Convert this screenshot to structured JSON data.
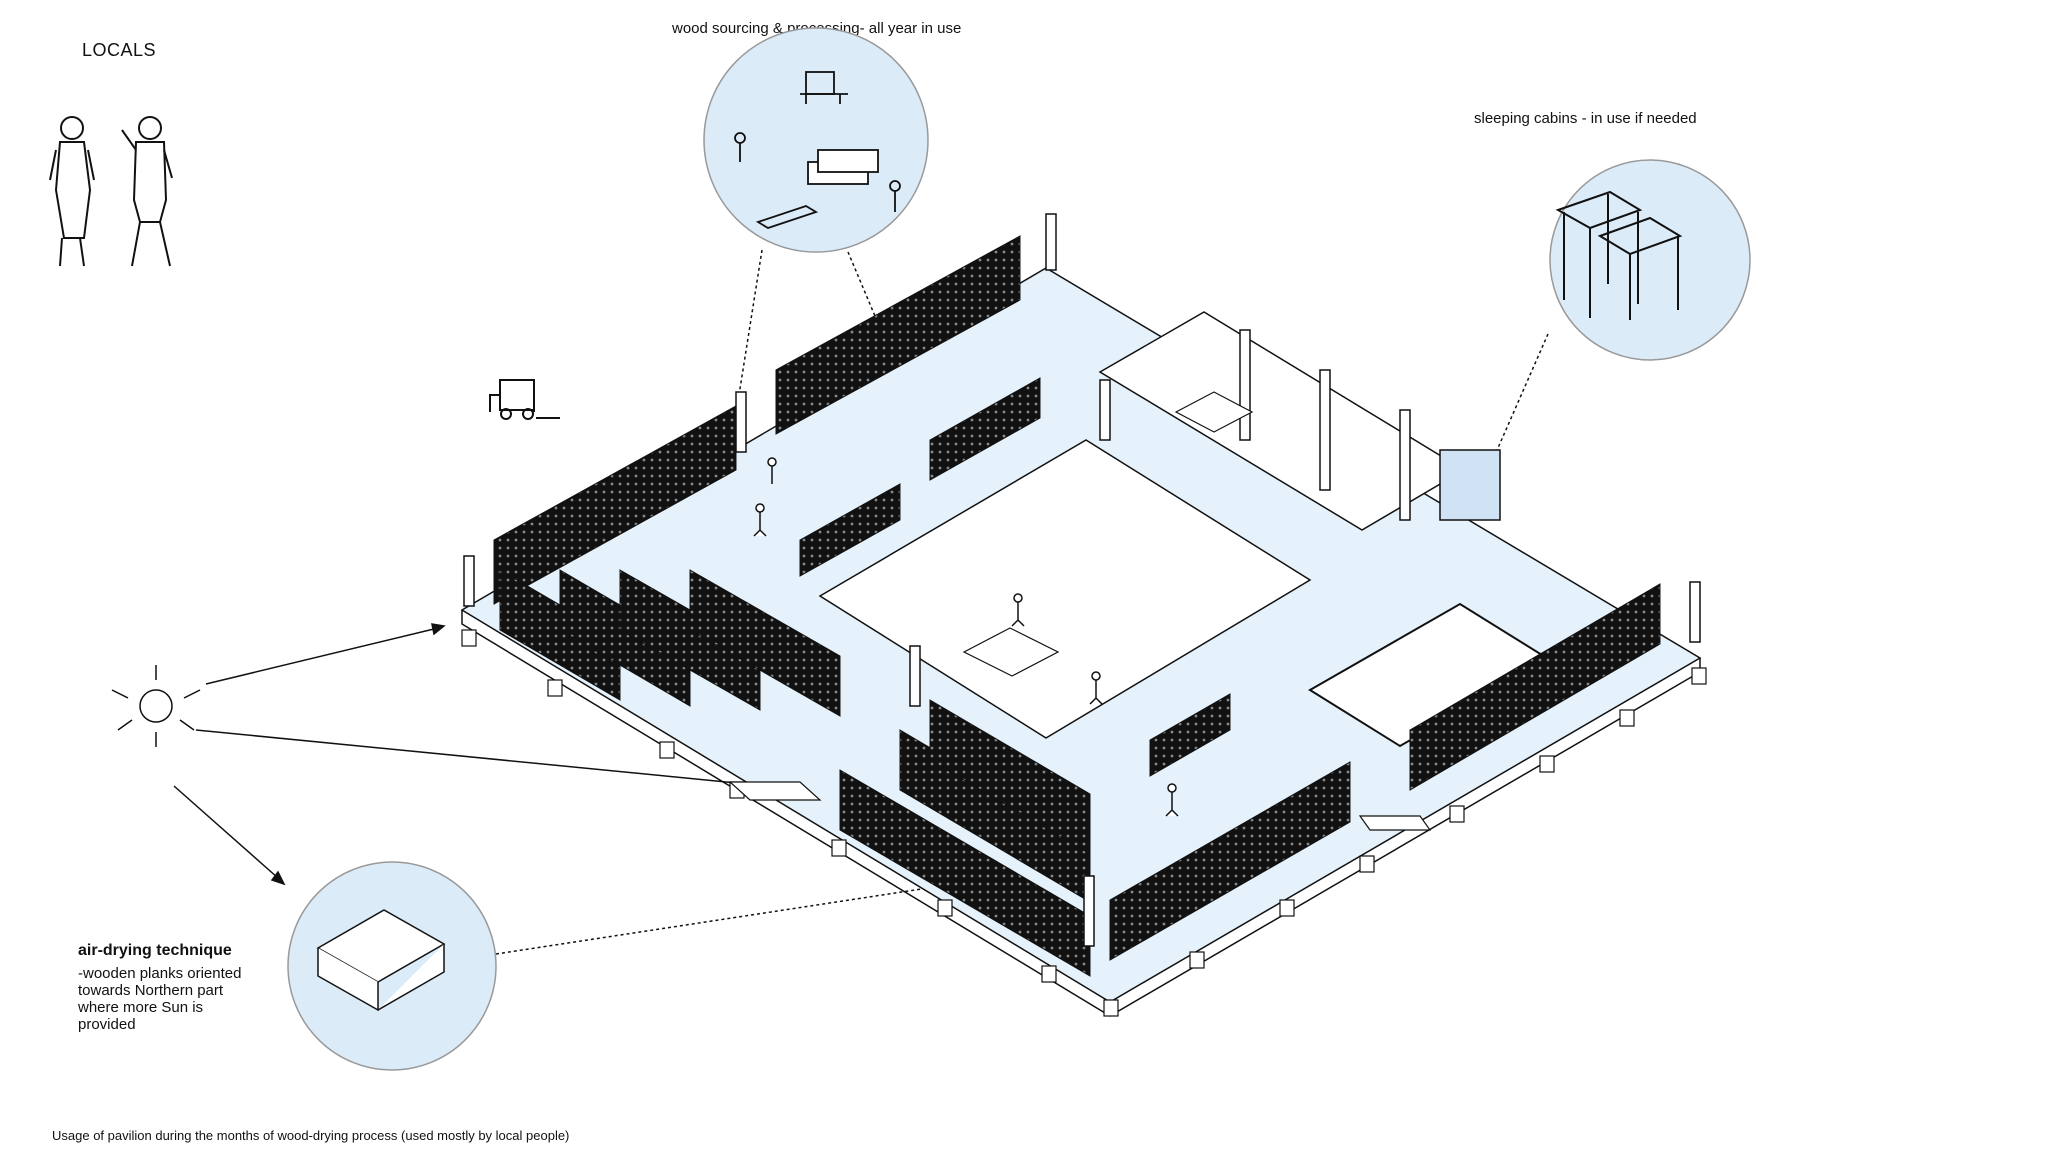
{
  "labels": {
    "locals": "LOCALS",
    "wood_processing": "wood sourcing & processing- all year in use",
    "sleeping_cabins": "sleeping cabins - in use if needed",
    "air_drying_title": "air-drying technique",
    "air_drying_desc": [
      "-wooden planks oriented",
      "towards Northern part",
      "where more Sun is",
      "provided"
    ],
    "caption": "Usage of pavilion during the months of wood-drying process (used mostly by local people)"
  },
  "icons": [
    "sun-icon",
    "forklift-icon",
    "person-icon"
  ],
  "colors": {
    "circle_fill": "#dcebf8",
    "floor_fill": "#e6f2fb",
    "line": "#1a1a1a"
  }
}
